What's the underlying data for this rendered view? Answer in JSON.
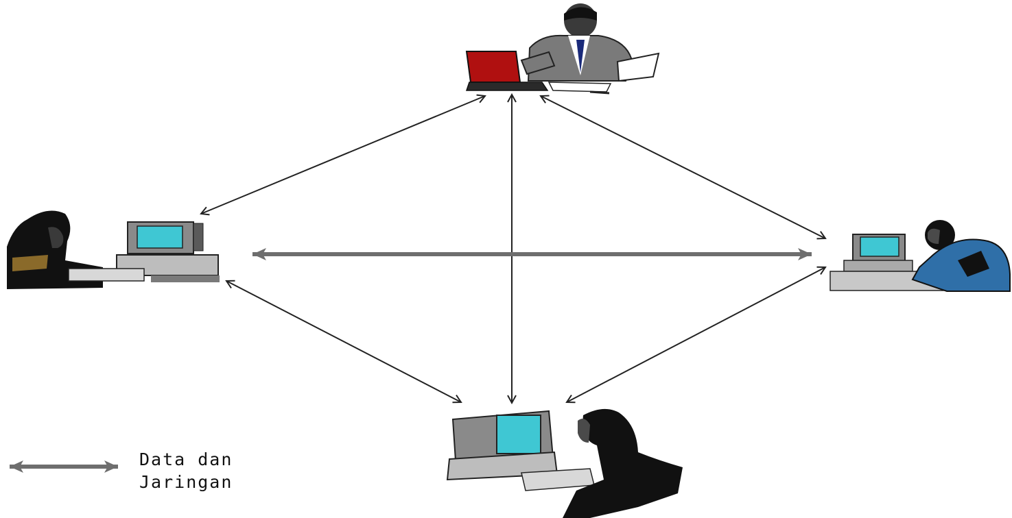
{
  "diagram": {
    "nodes": [
      {
        "id": "top",
        "figure": "man-in-suit-with-red-laptop",
        "icon": "laptop-icon",
        "laptop_color": "#b01010"
      },
      {
        "id": "left",
        "figure": "woman-at-desktop-computer",
        "icon": "desktop-computer-icon",
        "screen_color": "#3fc7d3"
      },
      {
        "id": "right",
        "figure": "man-at-desktop-computer",
        "icon": "desktop-computer-icon",
        "screen_color": "#3fc7d3"
      },
      {
        "id": "bottom",
        "figure": "woman-at-desktop-computer",
        "icon": "desktop-computer-icon",
        "screen_color": "#3fc7d3"
      }
    ],
    "connections": [
      {
        "from": "top",
        "to": "left",
        "style": "thin-double-arrow"
      },
      {
        "from": "top",
        "to": "right",
        "style": "thin-double-arrow"
      },
      {
        "from": "top",
        "to": "bottom",
        "style": "thin-double-arrow"
      },
      {
        "from": "left",
        "to": "right",
        "style": "thick-double-arrow"
      },
      {
        "from": "left",
        "to": "bottom",
        "style": "thin-double-arrow"
      },
      {
        "from": "right",
        "to": "bottom",
        "style": "thin-double-arrow"
      }
    ],
    "legend": {
      "line1": "Data dan",
      "line2": "Jaringan",
      "icon": "double-arrow-icon"
    },
    "colors": {
      "arrow": "#222222",
      "thick_arrow": "#6e6e6e",
      "monitor_body": "#8a8a8a",
      "screen": "#3fc7d3",
      "laptop": "#b01010",
      "suit": "#7a7a7a",
      "figure_dark": "#111111"
    }
  }
}
